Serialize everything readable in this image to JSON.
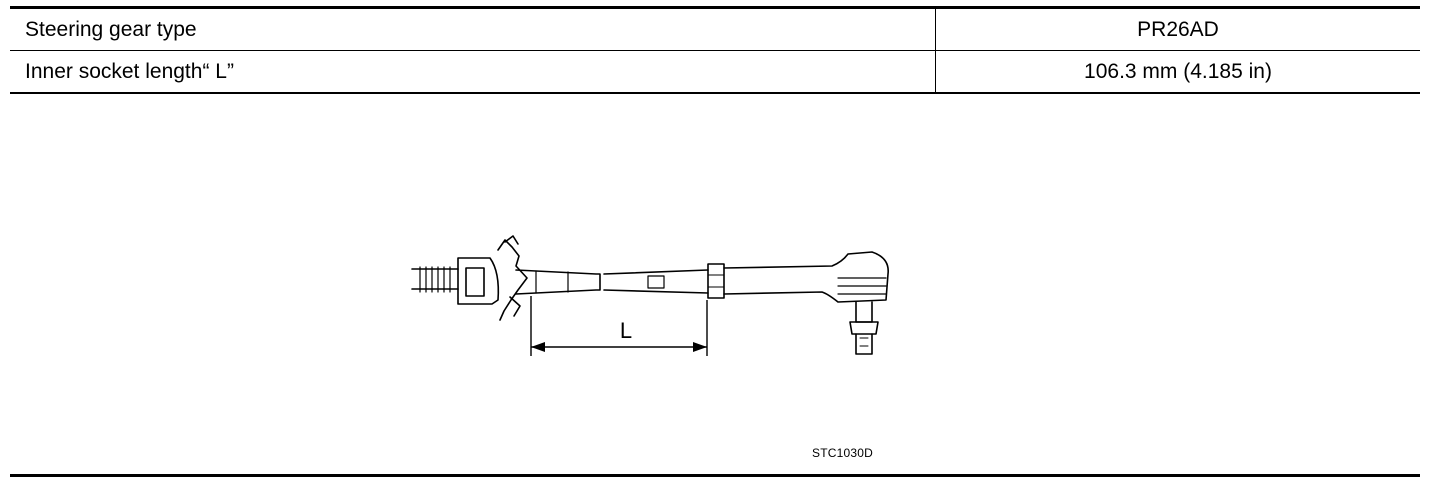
{
  "spec_table": {
    "rows": [
      {
        "label": "Steering gear type",
        "value": "PR26AD"
      },
      {
        "label": "Inner socket length“ L”",
        "value": "106.3 mm (4.185 in)"
      }
    ]
  },
  "figure": {
    "dimension_label": "L",
    "caption": "STC1030D"
  }
}
